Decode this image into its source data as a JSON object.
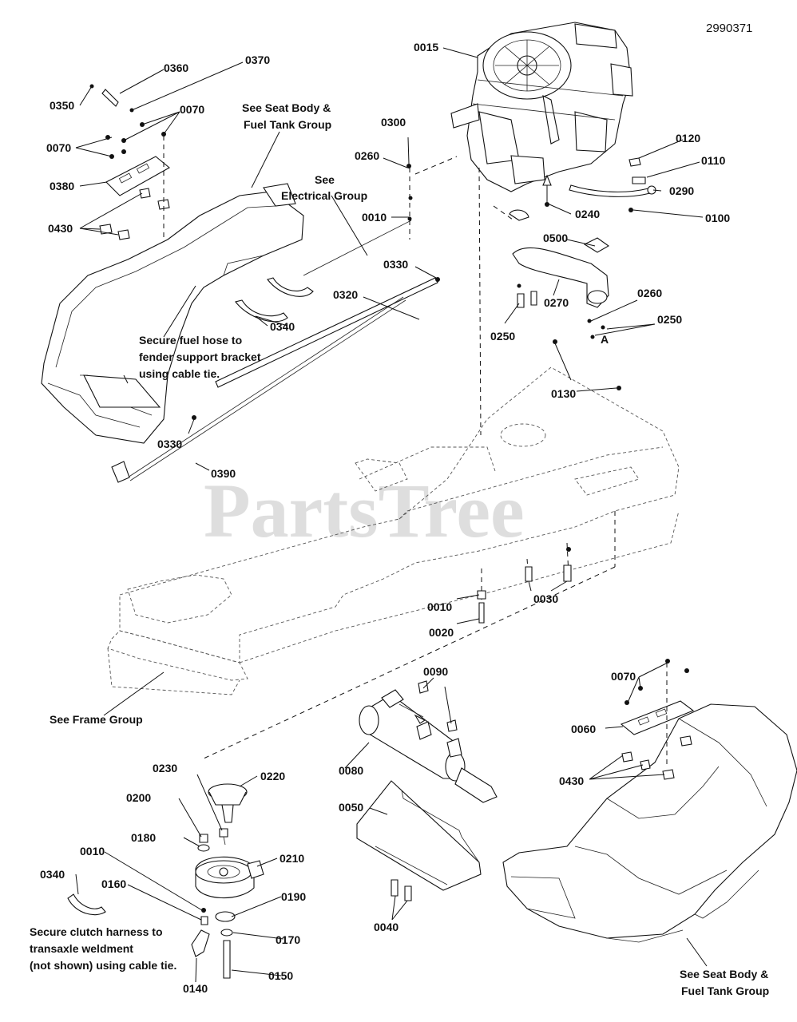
{
  "document_id": "2990371",
  "watermark": "PartsTree",
  "callouts": [
    {
      "id": "c-0015",
      "label": "0015"
    },
    {
      "id": "c-0360",
      "label": "0360"
    },
    {
      "id": "c-0370",
      "label": "0370"
    },
    {
      "id": "c-0350",
      "label": "0350"
    },
    {
      "id": "c-0070a",
      "label": "0070"
    },
    {
      "id": "c-0070b",
      "label": "0070"
    },
    {
      "id": "c-0380",
      "label": "0380"
    },
    {
      "id": "c-0430a",
      "label": "0430"
    },
    {
      "id": "c-0300",
      "label": "0300"
    },
    {
      "id": "c-0260a",
      "label": "0260"
    },
    {
      "id": "c-0010a",
      "label": "0010"
    },
    {
      "id": "c-0120",
      "label": "0120"
    },
    {
      "id": "c-0110",
      "label": "0110"
    },
    {
      "id": "c-0290",
      "label": "0290"
    },
    {
      "id": "c-0240",
      "label": "0240"
    },
    {
      "id": "c-0100",
      "label": "0100"
    },
    {
      "id": "c-0500",
      "label": "0500"
    },
    {
      "id": "c-0330a",
      "label": "0330"
    },
    {
      "id": "c-0320",
      "label": "0320"
    },
    {
      "id": "c-0340a",
      "label": "0340"
    },
    {
      "id": "c-0270",
      "label": "0270"
    },
    {
      "id": "c-0260b",
      "label": "0260"
    },
    {
      "id": "c-0250a",
      "label": "0250"
    },
    {
      "id": "c-0250b",
      "label": "0250"
    },
    {
      "id": "c-0130",
      "label": "0130"
    },
    {
      "id": "c-0330b",
      "label": "0330"
    },
    {
      "id": "c-0390",
      "label": "0390"
    },
    {
      "id": "c-0010b",
      "label": "0010"
    },
    {
      "id": "c-0030",
      "label": "0030"
    },
    {
      "id": "c-0020",
      "label": "0020"
    },
    {
      "id": "c-0090",
      "label": "0090"
    },
    {
      "id": "c-0070c",
      "label": "0070"
    },
    {
      "id": "c-0060",
      "label": "0060"
    },
    {
      "id": "c-0430b",
      "label": "0430"
    },
    {
      "id": "c-0080",
      "label": "0080"
    },
    {
      "id": "c-0230",
      "label": "0230"
    },
    {
      "id": "c-0220",
      "label": "0220"
    },
    {
      "id": "c-0200",
      "label": "0200"
    },
    {
      "id": "c-0180",
      "label": "0180"
    },
    {
      "id": "c-0050",
      "label": "0050"
    },
    {
      "id": "c-0010c",
      "label": "0010"
    },
    {
      "id": "c-0210",
      "label": "0210"
    },
    {
      "id": "c-0340b",
      "label": "0340"
    },
    {
      "id": "c-0160",
      "label": "0160"
    },
    {
      "id": "c-0190",
      "label": "0190"
    },
    {
      "id": "c-0170",
      "label": "0170"
    },
    {
      "id": "c-0040",
      "label": "0040"
    },
    {
      "id": "c-0150",
      "label": "0150"
    },
    {
      "id": "c-0140",
      "label": "0140"
    }
  ],
  "notes": {
    "seat_body_top": [
      "See Seat Body &",
      "Fuel Tank Group"
    ],
    "electrical_group": [
      "See",
      "Electrical Group"
    ],
    "fuel_hose": [
      "Secure fuel hose to",
      "fender support bracket",
      "using cable tie."
    ],
    "frame_group": [
      "See Frame Group"
    ],
    "clutch_harness": [
      "Secure clutch harness to",
      "transaxle weldment",
      "(not shown) using cable tie."
    ],
    "seat_body_bottom": [
      "See Seat Body &",
      "Fuel Tank Group"
    ]
  },
  "marker_label": "A"
}
